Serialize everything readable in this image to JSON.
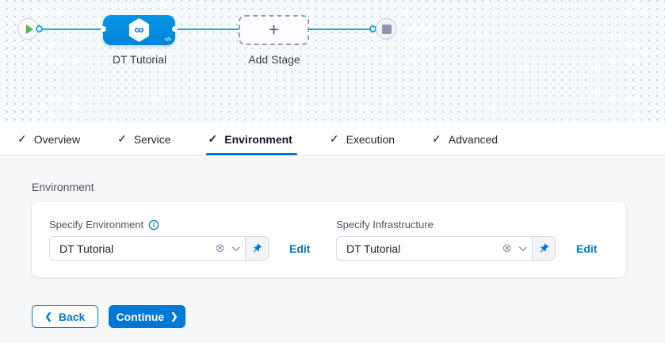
{
  "glyphs": {
    "check": "✓",
    "clear": "⊗",
    "stage_icon": "∞",
    "back_chevron": "❮",
    "continue_chevron": "❯"
  },
  "pipeline_canvas": {
    "stage_node": {
      "label": "DT Tutorial",
      "code_badge": "</>",
      "plus": ""
    },
    "add_stage_node": {
      "label": "Add Stage",
      "plus_glyph": "+"
    }
  },
  "tabs": [
    {
      "label": "Overview"
    },
    {
      "label": "Service"
    },
    {
      "label": "Environment"
    },
    {
      "label": "Execution"
    },
    {
      "label": "Advanced"
    }
  ],
  "environment_section": {
    "title": "Environment",
    "environment_field": {
      "label": "Specify Environment",
      "value": "DT Tutorial",
      "edit": "Edit"
    },
    "infrastructure_field": {
      "label": "Specify Infrastructure",
      "value": "DT Tutorial",
      "edit": "Edit"
    }
  },
  "footer": {
    "back": "Back",
    "continue": "Continue"
  },
  "colors": {
    "primary_blue": "#0278d5",
    "node_blue": "#0092e4",
    "edge_blue": "#0fa8e8",
    "success_green": "#53b556",
    "content_bg": "#f6f8fa"
  }
}
